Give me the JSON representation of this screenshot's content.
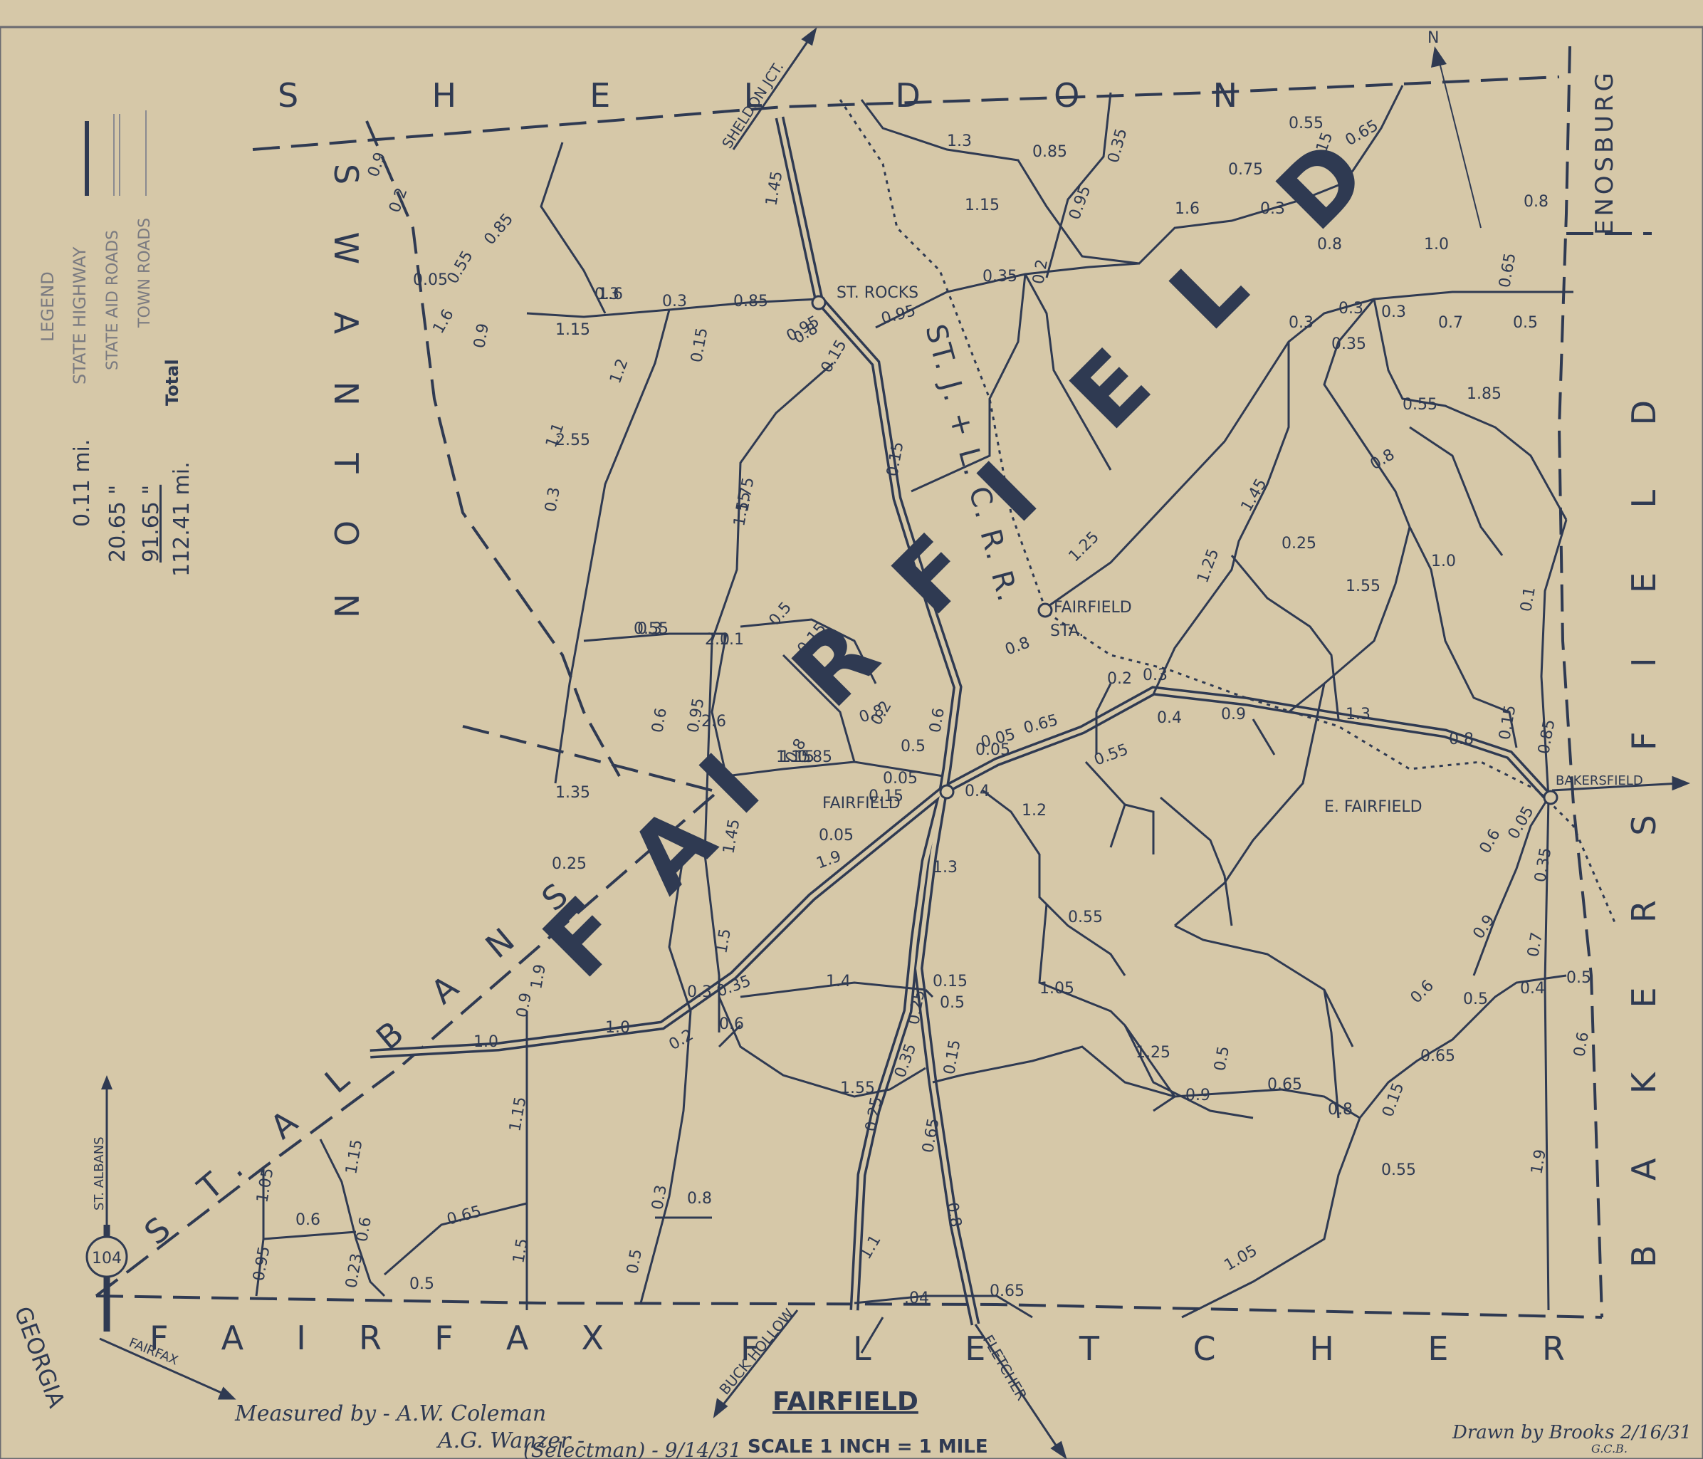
{
  "title": "FAIRFIELD",
  "scale": "SCALE 1 INCH = 1 MILE",
  "north_label": "N",
  "route_shield": "104",
  "town_name_letters": [
    "F",
    "A",
    "I",
    "R",
    "F",
    "I",
    "E",
    "L",
    "D"
  ],
  "adjoining_towns": {
    "sheldon": "S H E L D O N",
    "swanton": "S W A N T O N",
    "st_albans": "S T. A L B A N S",
    "fairfax": "F A I R F A X",
    "fletcher": "F L E T C H E R",
    "enosburg": "ENOSBURG",
    "bakersfield": "B A K E R S F I E L D",
    "georgia": "GEORGIA"
  },
  "places": {
    "st_rocks": "ST. ROCKS",
    "fairfield_sta": "FAIRFIELD",
    "sta": "STA.",
    "fairfield": "FAIRFIELD",
    "e_fairfield": "E. FAIRFIELD",
    "bakersfield_exit": "BAKERSFIELD",
    "railroad": "ST. J. + L. C. R. R."
  },
  "exits": {
    "sheldon_jct": "SHELDON JCT.",
    "buck_hollow": "BUCK HOLLOW",
    "fletcher": "FLETCHER",
    "fairfax": "FAIRFAX",
    "st_albans": "ST. ALBANS"
  },
  "legend": {
    "title": "LEGEND",
    "state_highway": "STATE HIGHWAY",
    "state_aid": "STATE AID ROADS",
    "town_roads": "TOWN ROADS",
    "total_label": "Total",
    "highway_miles": "0.11 mi.",
    "stateaid_miles": "20.65 \"",
    "townroad_miles": "91.65 \"",
    "total_miles": "112.41 mi."
  },
  "credits": {
    "measured_by": "Measured by - A.W. Coleman",
    "second_measurer": "A.G. Wanzer -",
    "selectman_date": "(Selectman) - 9/14/31",
    "drawn_by": "Drawn by Brooks 2/16/31",
    "initials": "G.C.B."
  },
  "mileage_labels": [
    "1.45",
    "0.85",
    "0.3",
    "1.6",
    "0.15",
    "0.95",
    "0.15",
    "0.95",
    "0.35",
    "0.2",
    "1.3",
    "0.85",
    "0.35",
    "1.15",
    "0.95",
    "1.6",
    "0.75",
    "0.3",
    "0.55",
    "0.15",
    "0.65",
    "0.8",
    "0.3",
    "0.3",
    "1.0",
    "0.65",
    "0.8",
    "0.7",
    "0.5",
    "0.3",
    "0.35",
    "0.55",
    "1.85",
    "0.1",
    "0.8",
    "1.0",
    "1.55",
    "0.25",
    "1.45",
    "1.25",
    "1.25",
    "0.8",
    "0.2",
    "0.3",
    "0.4",
    "0.9",
    "1.3",
    "0.8",
    "0.15",
    "0.85",
    "0.55",
    "0.05",
    "0.65",
    "0.05",
    "0.5",
    "0.05",
    "0.4",
    "0.6",
    "0.2",
    "1.15",
    "0.8",
    "1.1",
    "0.5",
    "0.15",
    "0.8",
    "1.55",
    "0.3",
    "0.95",
    "1.15",
    "1.45",
    "1.9",
    "1.3",
    "1.2",
    "0.55",
    "1.05",
    "1.25",
    "0.5",
    "0.9",
    "0.65",
    "0.8",
    "0.15",
    "0.65",
    "0.6",
    "0.5",
    "0.4",
    "0.5",
    "0.9",
    "0.7",
    "0.35",
    "0.6",
    "0.05",
    "0.6",
    "1.9",
    "0.55",
    "1.05",
    "0.65",
    ".04",
    "0.8",
    "1.1",
    "0.65",
    "0.15",
    "0.35",
    "0.25",
    "1.55",
    "0.25",
    "1.4",
    "0.15",
    "0.5",
    "0.35",
    "0.6",
    "0.3",
    "0.2",
    "1.5",
    "0.05",
    "0.85",
    "2.0",
    "2.6",
    "1.0",
    "1.0",
    "1.9",
    "1.15",
    "1.5",
    "0.65",
    "0.5",
    "0.23",
    "0.6",
    "1.15",
    "0.6",
    "1.05",
    "0.95",
    "0.3",
    "0.8",
    "0.5",
    "0.15",
    "1.35",
    "0.25",
    "0.6",
    "0.9",
    "0.05",
    "1.6",
    "0.55",
    "0.85",
    "0.9",
    "0.2",
    "0.9",
    "0.3",
    "1.1",
    "2.55",
    "0.3",
    "0.55",
    "1.15",
    "1.2",
    "0.8",
    "0.15",
    "1.75"
  ]
}
